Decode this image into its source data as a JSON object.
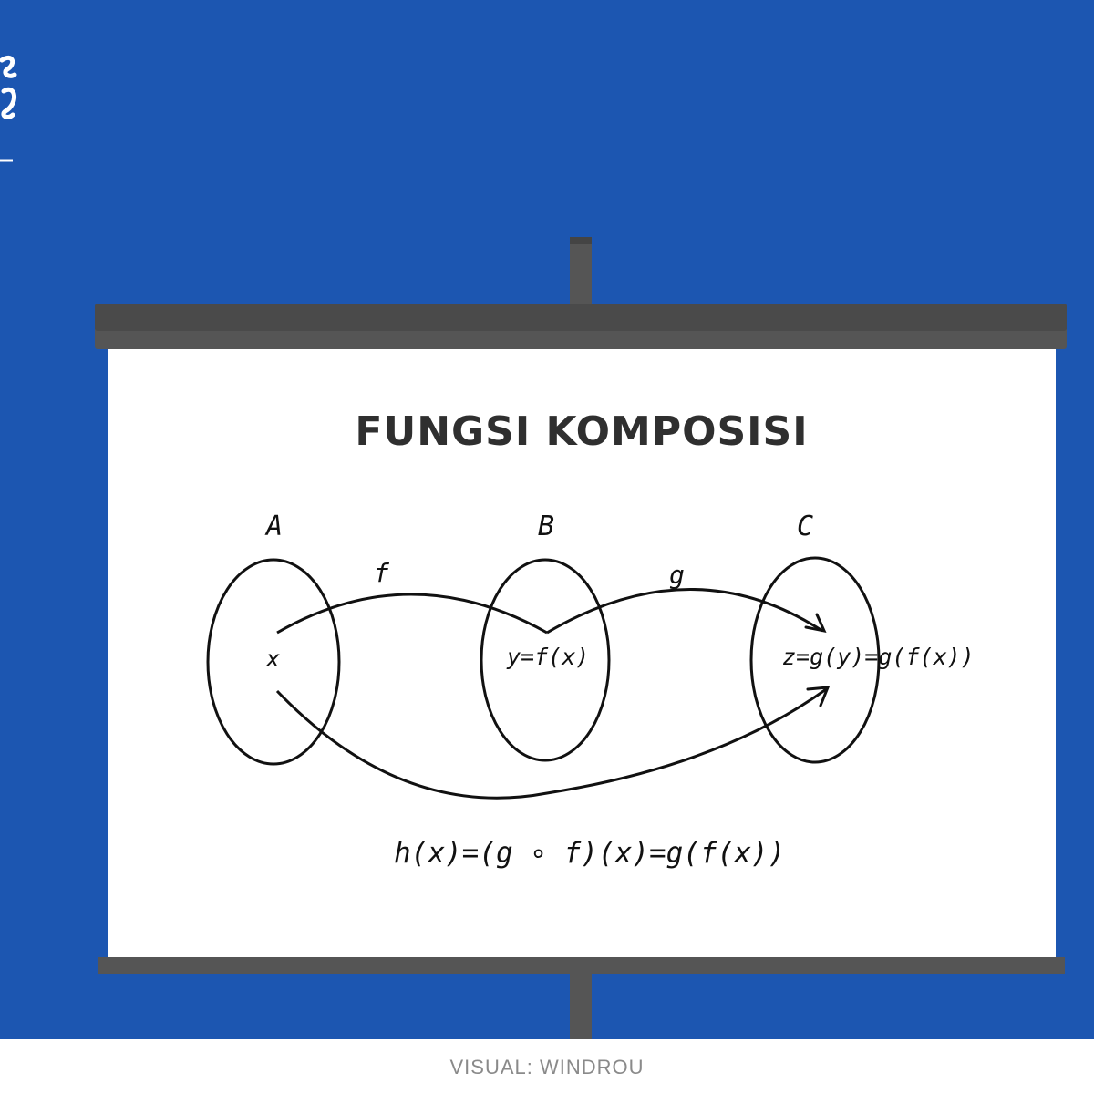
{
  "title": "FUNGSI KOMPOSISI",
  "sets": {
    "a": "A",
    "b": "B",
    "c": "C"
  },
  "mappings": {
    "f": "f",
    "g": "g"
  },
  "elements": {
    "x": "x",
    "y": "y=f(x)",
    "z": "z=g(y)=g(f(x))"
  },
  "formula": "h(x)=(g ∘ f)(x)=g(f(x))",
  "footer": {
    "credit": "VISUAL: WINDROU"
  },
  "colors": {
    "background": "#1c56b1",
    "screen": "#ffffff",
    "bar": "#555555",
    "ink": "#111111"
  },
  "icons": {
    "logo": "partial-logo-icon"
  }
}
